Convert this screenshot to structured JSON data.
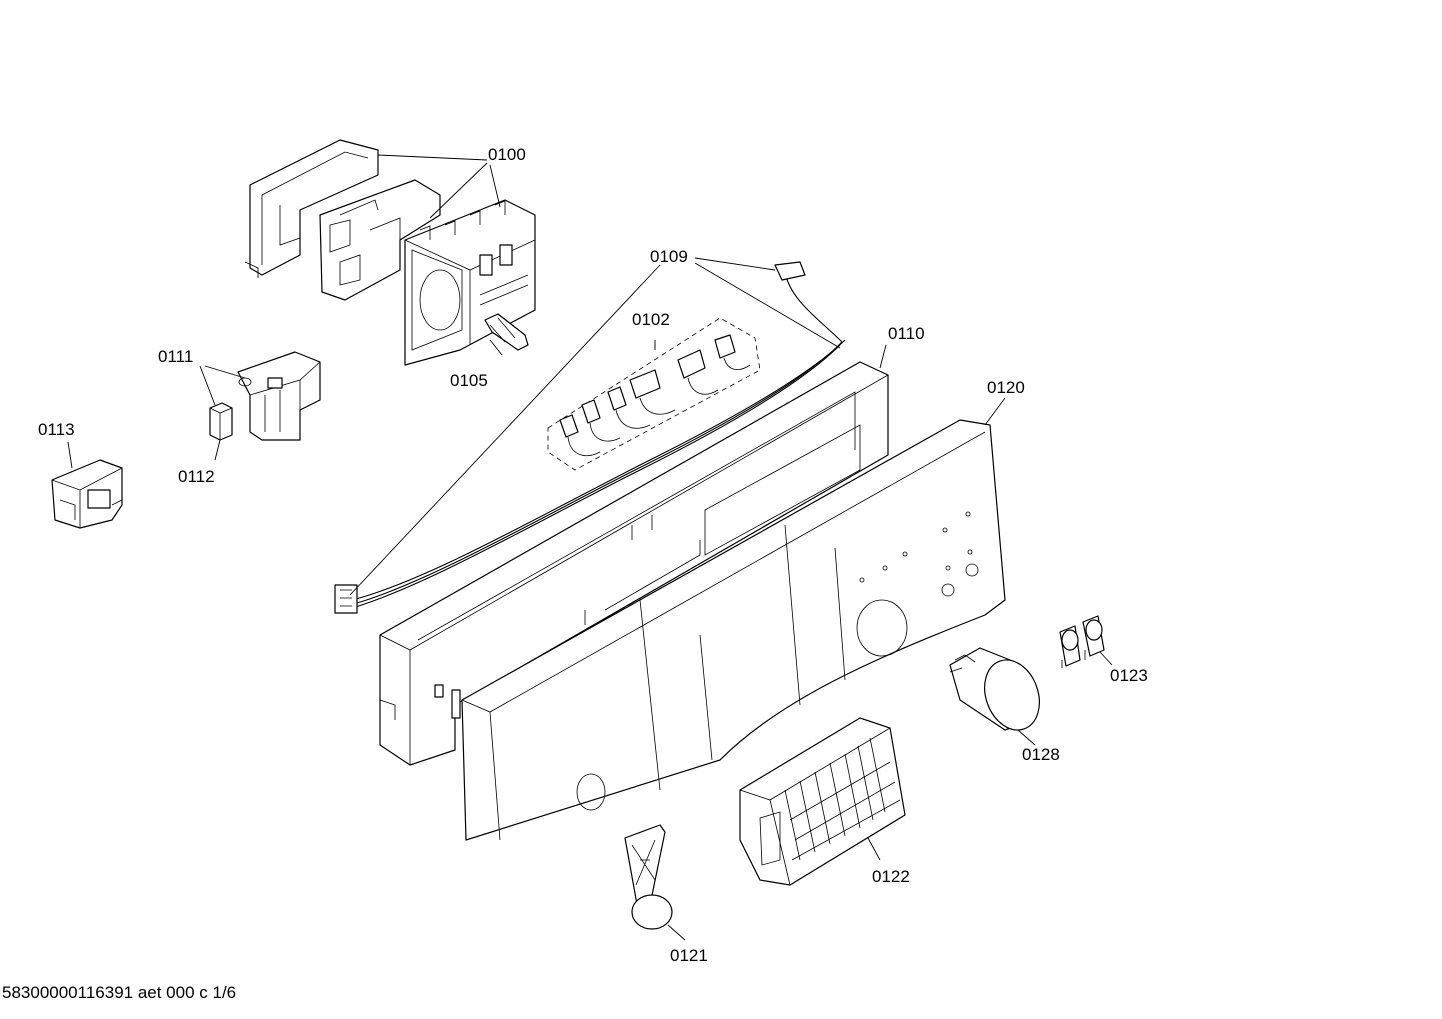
{
  "labels": {
    "p0100": "0100",
    "p0109": "0109",
    "p0102": "0102",
    "p0110": "0110",
    "p0120": "0120",
    "p0111": "0111",
    "p0105": "0105",
    "p0113": "0113",
    "p0112": "0112",
    "p0123": "0123",
    "p0128": "0128",
    "p0122": "0122",
    "p0121": "0121"
  },
  "footer": "58300000116391 aet 000 c 1/6"
}
